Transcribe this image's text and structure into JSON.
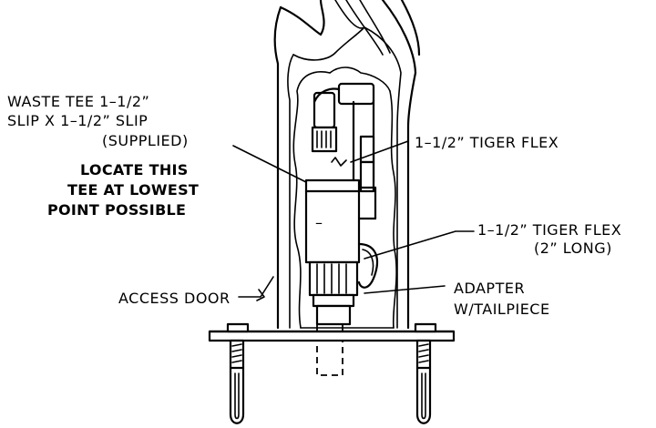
{
  "labels": {
    "waste_tee_line1": "WASTE TEE 1–1/2”",
    "waste_tee_line2": "SLIP X 1–1/2” SLIP",
    "waste_tee_line3": "(SUPPLIED)",
    "locate_line1": "LOCATE THIS",
    "locate_line2": "TEE AT LOWEST",
    "locate_line3": "POINT POSSIBLE",
    "tiger_flex_top": "1–1/2” TIGER FLEX",
    "tiger_flex_long_line1": "1–1/2” TIGER FLEX",
    "tiger_flex_long_line2": "(2” LONG)",
    "access_door": "ACCESS DOOR",
    "adapter_line1": "ADAPTER",
    "adapter_line2": "W/TAILPIECE",
    "tee_mark": "–"
  },
  "colors": {
    "line": "#000000",
    "background": "#ffffff"
  }
}
